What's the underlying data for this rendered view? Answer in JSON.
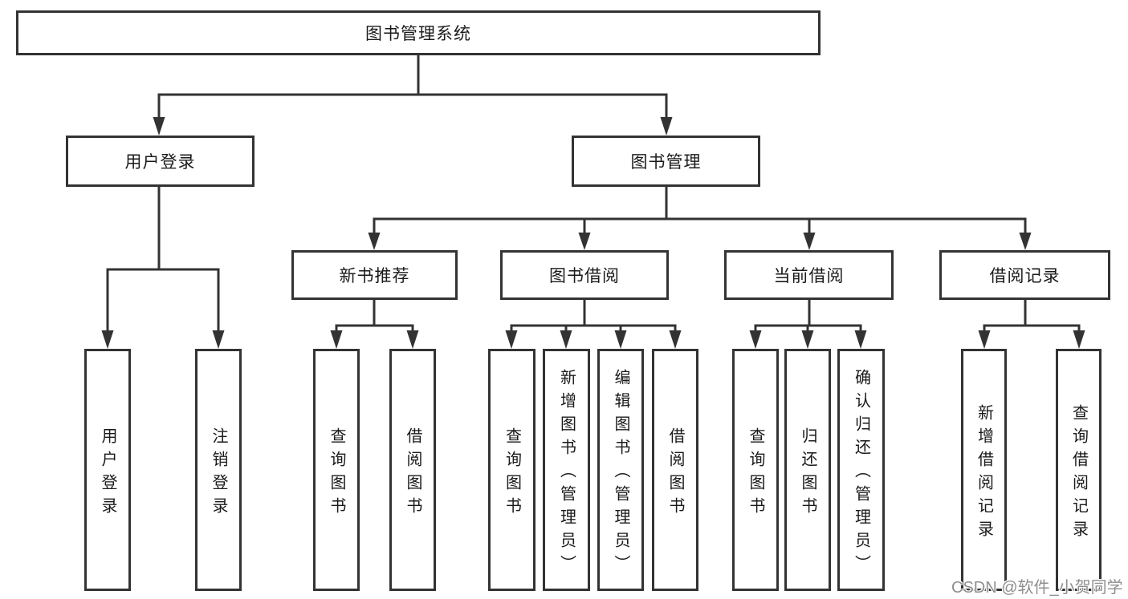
{
  "nodes": {
    "root": "图书管理系统",
    "user_login": "用户登录",
    "book_management": "图书管理",
    "new_book_recommend": "新书推荐",
    "book_borrow": "图书借阅",
    "current_borrow": "当前借阅",
    "borrow_records": "借阅记录",
    "leaf_user_login": "用户登录",
    "leaf_logout": "注销登录",
    "leaf_query_books_recommend": "查询图书",
    "leaf_borrow_books_recommend": "借阅图书",
    "leaf_query_books_borrow": "查询图书",
    "leaf_add_books_admin": "新增图书（管理员）",
    "leaf_edit_books_admin": "编辑图书（管理员）",
    "leaf_borrow_books": "借阅图书",
    "leaf_query_books_current": "查询图书",
    "leaf_return_books": "归还图书",
    "leaf_confirm_return_admin": "确认归还（管理员）",
    "leaf_add_borrow_record": "新增借阅记录",
    "leaf_query_borrow_record": "查询借阅记录"
  },
  "watermark": "CSDN @软件_小贺同学",
  "colors": {
    "line": "#333333",
    "text": "#1a1a1a",
    "box_background": "#ffffff",
    "watermark": "#8f8f8f"
  }
}
